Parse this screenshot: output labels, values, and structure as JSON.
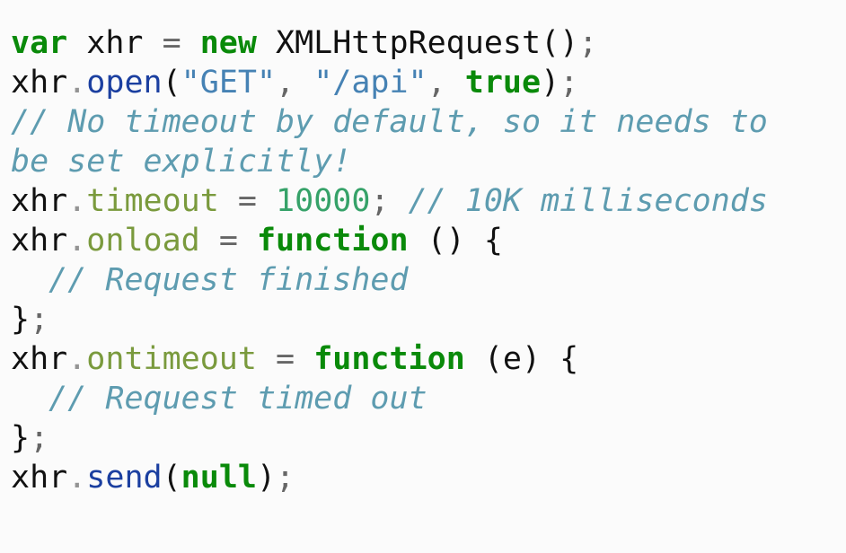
{
  "page": {
    "background": "#fbfbfb",
    "language": "javascript"
  },
  "colors": {
    "plain": "#111111",
    "keyword": "#0a8a0a",
    "method": "#1b3fa0",
    "property": "#7a9a3d",
    "string": "#4682b4",
    "number": "#36a269",
    "comment": "#5e9cb0",
    "punct": "#666666",
    "dot": "#949494"
  },
  "code": {
    "lines": [
      [
        {
          "t": "var",
          "c": "keyword"
        },
        {
          "t": " xhr ",
          "c": "plain"
        },
        {
          "t": "=",
          "c": "punct"
        },
        {
          "t": " ",
          "c": "plain"
        },
        {
          "t": "new",
          "c": "keyword"
        },
        {
          "t": " XMLHttpRequest()",
          "c": "plain"
        },
        {
          "t": ";",
          "c": "punct"
        }
      ],
      [
        {
          "t": "xhr",
          "c": "plain"
        },
        {
          "t": ".",
          "c": "dot"
        },
        {
          "t": "open",
          "c": "method"
        },
        {
          "t": "(",
          "c": "plain"
        },
        {
          "t": "\"GET\"",
          "c": "string"
        },
        {
          "t": ",",
          "c": "punct"
        },
        {
          "t": " ",
          "c": "plain"
        },
        {
          "t": "\"/api\"",
          "c": "string"
        },
        {
          "t": ",",
          "c": "punct"
        },
        {
          "t": " ",
          "c": "plain"
        },
        {
          "t": "true",
          "c": "keyword"
        },
        {
          "t": ")",
          "c": "plain"
        },
        {
          "t": ";",
          "c": "punct"
        }
      ],
      [
        {
          "t": "// No timeout by default, so it needs to",
          "c": "comment"
        }
      ],
      [
        {
          "t": "be set explicitly!",
          "c": "comment"
        }
      ],
      [
        {
          "t": "xhr",
          "c": "plain"
        },
        {
          "t": ".",
          "c": "dot"
        },
        {
          "t": "timeout",
          "c": "property"
        },
        {
          "t": " ",
          "c": "plain"
        },
        {
          "t": "=",
          "c": "punct"
        },
        {
          "t": " ",
          "c": "plain"
        },
        {
          "t": "10000",
          "c": "number"
        },
        {
          "t": ";",
          "c": "punct"
        },
        {
          "t": " ",
          "c": "plain"
        },
        {
          "t": "// 10K milliseconds",
          "c": "comment"
        }
      ],
      [
        {
          "t": "xhr",
          "c": "plain"
        },
        {
          "t": ".",
          "c": "dot"
        },
        {
          "t": "onload",
          "c": "property"
        },
        {
          "t": " ",
          "c": "plain"
        },
        {
          "t": "=",
          "c": "punct"
        },
        {
          "t": " ",
          "c": "plain"
        },
        {
          "t": "function",
          "c": "keyword"
        },
        {
          "t": " () {",
          "c": "plain"
        }
      ],
      [
        {
          "t": "  ",
          "c": "plain"
        },
        {
          "t": "// Request finished",
          "c": "comment"
        }
      ],
      [
        {
          "t": "}",
          "c": "plain"
        },
        {
          "t": ";",
          "c": "punct"
        }
      ],
      [
        {
          "t": "xhr",
          "c": "plain"
        },
        {
          "t": ".",
          "c": "dot"
        },
        {
          "t": "ontimeout",
          "c": "property"
        },
        {
          "t": " ",
          "c": "plain"
        },
        {
          "t": "=",
          "c": "punct"
        },
        {
          "t": " ",
          "c": "plain"
        },
        {
          "t": "function",
          "c": "keyword"
        },
        {
          "t": " (e) {",
          "c": "plain"
        }
      ],
      [
        {
          "t": "  ",
          "c": "plain"
        },
        {
          "t": "// Request timed out",
          "c": "comment"
        }
      ],
      [
        {
          "t": "}",
          "c": "plain"
        },
        {
          "t": ";",
          "c": "punct"
        }
      ],
      [
        {
          "t": "xhr",
          "c": "plain"
        },
        {
          "t": ".",
          "c": "dot"
        },
        {
          "t": "send",
          "c": "method"
        },
        {
          "t": "(",
          "c": "plain"
        },
        {
          "t": "null",
          "c": "keyword"
        },
        {
          "t": ")",
          "c": "plain"
        },
        {
          "t": ";",
          "c": "punct"
        }
      ]
    ]
  }
}
